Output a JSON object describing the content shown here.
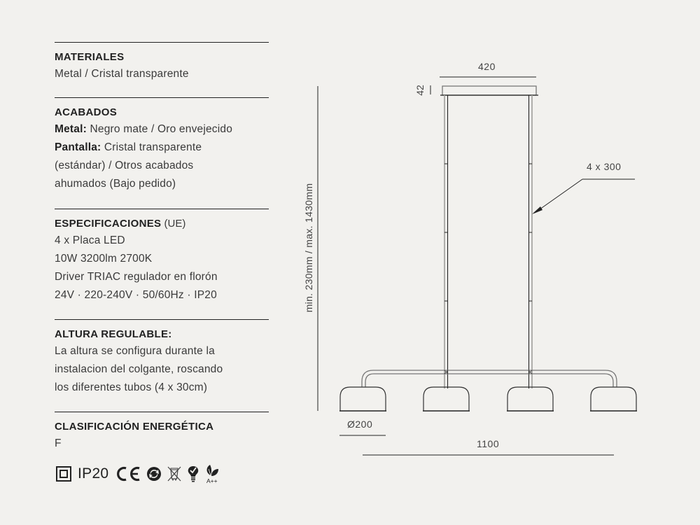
{
  "specs": {
    "materiales": {
      "title": "MATERIALES",
      "value": "Metal / Cristal transparente"
    },
    "acabados": {
      "title": "ACABADOS",
      "metal_label": "Metal:",
      "metal_value": " Negro mate / Oro envejecido",
      "pantalla_label": "Pantalla:",
      "pantalla_value_1": " Cristal transparente",
      "pantalla_value_2": "(estándar) / Otros acabados",
      "pantalla_value_3": "ahumados (Bajo pedido)"
    },
    "especificaciones": {
      "title": "ESPECIFICACIONES",
      "title_suffix": " (UE)",
      "lines": [
        "4 x Placa LED",
        "10W 3200lm 2700K",
        "Driver TRIAC regulador en florón",
        "24V · 220-240V · 50/60Hz · IP20"
      ]
    },
    "altura": {
      "title": "ALTURA REGULABLE:",
      "lines": [
        "La altura se configura durante la",
        "instalacion del colgante, roscando",
        "los diferentes tubos (4 x 30cm)"
      ]
    },
    "clasificacion": {
      "title": "CLASIFICACIÓN ENERGÉTICA",
      "value": "F"
    }
  },
  "certifications": {
    "ip_label": "IP20",
    "icons": [
      "class-ii-double-square-icon",
      "ce-mark-icon",
      "green-dot-recycling-icon",
      "weee-crossed-bin-icon",
      "led-bulb-check-icon",
      "energy-leaf-a-plus-plus-icon"
    ],
    "energy_badge_text": "A++"
  },
  "diagram": {
    "canopy_width": "420",
    "canopy_height": "42",
    "rod_callout": "4 x 300",
    "height_range": "min. 230mm / max. 1430mm",
    "shade_diameter": "Ø200",
    "total_width": "1100",
    "colors": {
      "line_dark": "#222222",
      "line_grey": "#a8a8a4",
      "background": "#f2f1ee"
    }
  }
}
